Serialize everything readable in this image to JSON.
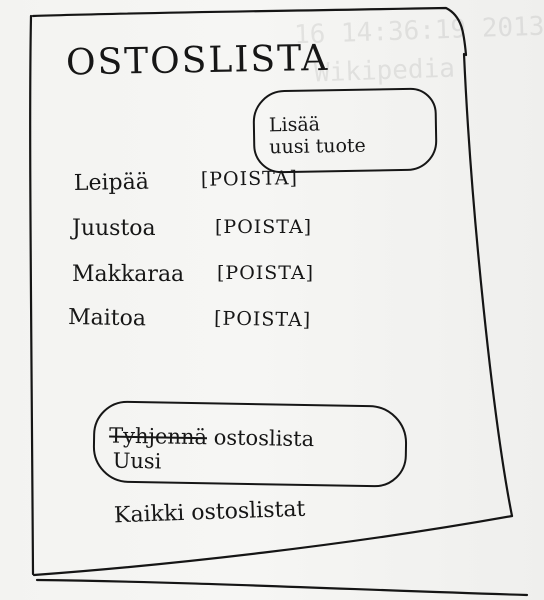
{
  "screen": {
    "title": "OSTOSLISTA"
  },
  "actions": {
    "add_product_line1": "Lisää",
    "add_product_line2": "uusi tuote",
    "clear_list_strikethrough": "Tyhjennä",
    "clear_list_rest": "ostoslista",
    "clear_list_line2": "Uusi",
    "all_lists_link": "Kaikki ostoslistat"
  },
  "items": [
    {
      "name": "Leipää",
      "remove_label": "POISTA"
    },
    {
      "name": "Juustoa",
      "remove_label": "POISTA"
    },
    {
      "name": "Makkaraa",
      "remove_label": "POISTA"
    },
    {
      "name": "Maitoa",
      "remove_label": "POISTA"
    }
  ],
  "background": {
    "ghost_text_1": "16 14:36:19 2013",
    "ghost_text_2": "Wikipedia"
  },
  "colors": {
    "ink": "#161616",
    "paper": "#f5f5f3"
  }
}
